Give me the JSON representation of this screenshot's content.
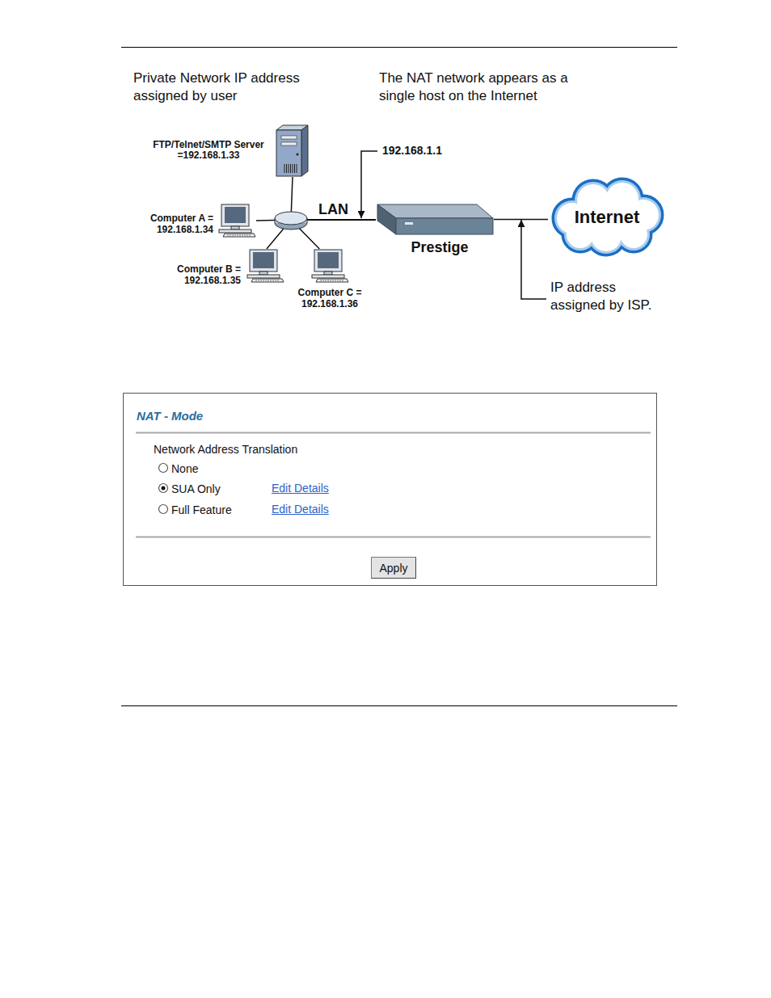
{
  "diagram": {
    "nodes": [
      {
        "text": [
          "FTP/Telnet/SMTP Server =192.168.1.33"
        ]
      },
      {
        "text": [
          "Computer A = 192.168.1.34"
        ]
      },
      {
        "text": [
          "Computer B = 192.168.1.35"
        ]
      },
      {
        "text": [
          "Computer C = 192.168.1.36"
        ]
      },
      {
        "text": [
          "Prestige"
        ]
      },
      {
        "text": [
          "Internet"
        ]
      },
      {
        "text": [
          "NAT - Mode"
        ]
      },
      {
        "text": [
          "Apply"
        ],
        "in": 6
      }
    ],
    "edges": [
      {
        "from": 0,
        "to": 4,
        "arrow": "none"
      },
      {
        "from": 1,
        "to": 4,
        "arrow": "none"
      },
      {
        "from": 2,
        "to": 4,
        "arrow": "none"
      },
      {
        "from": 3,
        "to": 4,
        "arrow": "none"
      },
      {
        "from": 4,
        "to": 5,
        "arrow": "none"
      }
    ],
    "labels": [
      "Private Network IP address assigned by user",
      "The NAT network appears as a single host on the Internet",
      "192.168.1.1",
      "LAN",
      "IP address assigned by ISP.",
      "Network Address Translation",
      "None",
      "SUA Only",
      "Edit Details",
      "Full Feature",
      "Edit Details"
    ]
  }
}
